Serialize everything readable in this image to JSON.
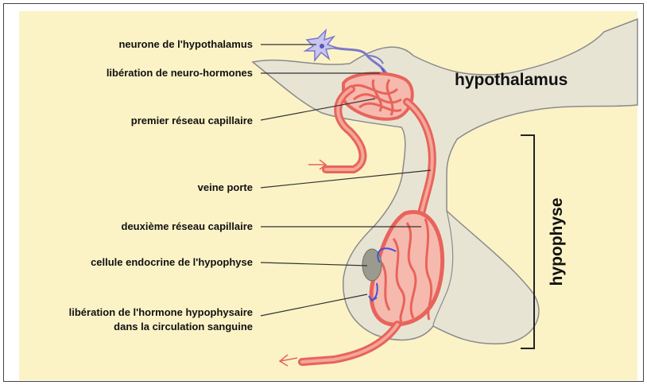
{
  "labels": {
    "neuron": "neurone de l'hypothalamus",
    "release_neuro": "libération de neuro-hormones",
    "first_network": "premier réseau capillaire",
    "portal_vein": "veine porte",
    "second_network": "deuxième réseau capillaire",
    "endocrine_cell": "cellule endocrine de l'hypophyse",
    "release_hormone_1": "libération de l'hormone hypophysaire",
    "release_hormone_2": "dans la circulation sanguine"
  },
  "regions": {
    "hypothalamus": "hypothalamus",
    "hypophyse": "hypophyse"
  },
  "colors": {
    "background": "#FBF3C6",
    "tissue": "#E8E4D4",
    "tissue_outline": "#8A8A8A",
    "vessel": "#E8645A",
    "vessel_light": "#F3A79C",
    "neuron": "#7B78C8",
    "cell": "#9A9A8E",
    "arrow_blue": "#3B55D6"
  }
}
